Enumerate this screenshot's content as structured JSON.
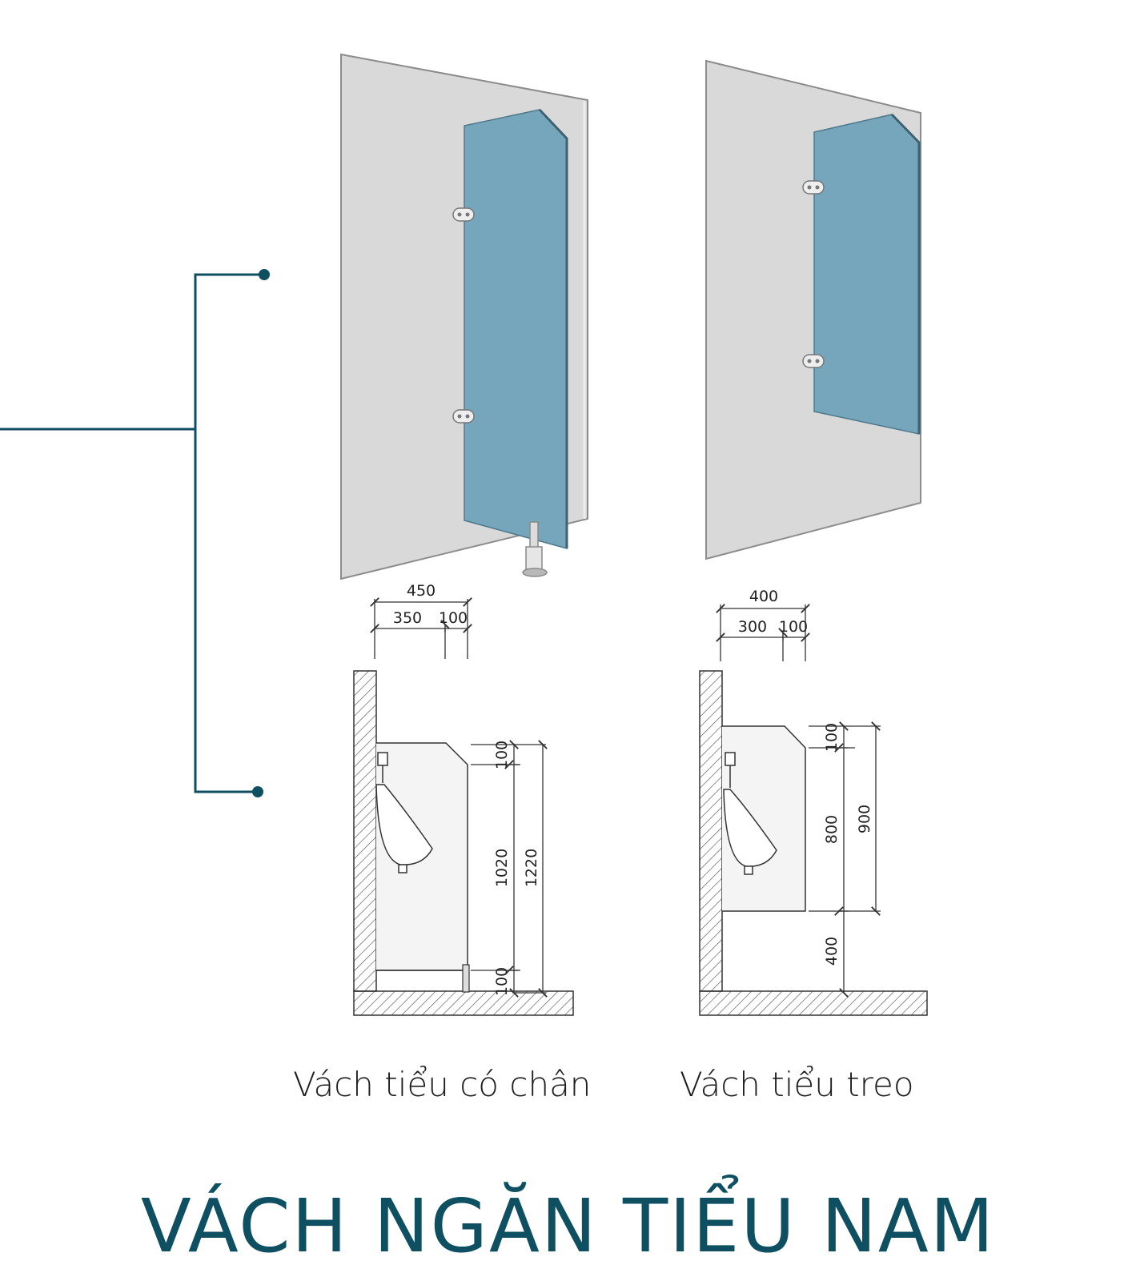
{
  "title": "VÁCH NGĂN TIỂU NAM",
  "colors": {
    "accent": "#0e4f61",
    "panel": "#76a6bb",
    "wall": "#d9d9d9"
  },
  "variants": [
    {
      "caption": "Vách tiểu có chân",
      "dims": {
        "total_w": "450",
        "panel_w": "350",
        "gap_w": "100",
        "top_gap": "100",
        "panel_h": "1020",
        "total_h": "1220",
        "bottom_gap": "100"
      }
    },
    {
      "caption": "Vách tiểu treo",
      "dims": {
        "total_w": "400",
        "panel_w": "300",
        "gap_w": "100",
        "top_gap": "100",
        "panel_h": "800",
        "total_h": "900",
        "floor_gap": "400"
      }
    }
  ]
}
